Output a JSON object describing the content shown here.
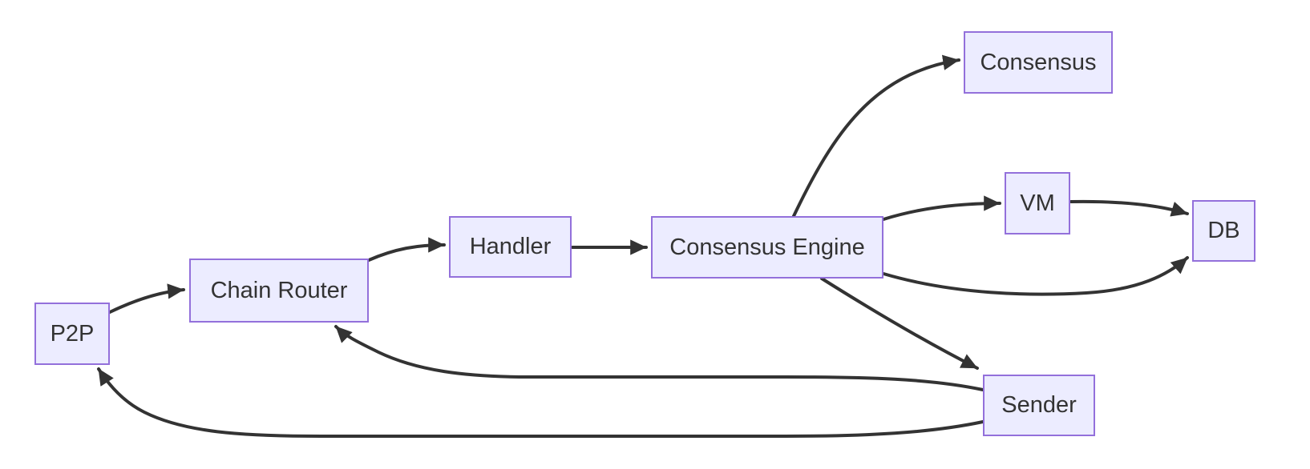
{
  "diagram": {
    "type": "flowchart",
    "background_color": "#ffffff",
    "node_fill_color": "#ECECFF",
    "node_border_color": "#9370DB",
    "text_color": "#333333",
    "edge_color": "#333333",
    "nodes": {
      "p2p": {
        "label": "P2P"
      },
      "chain_router": {
        "label": "Chain Router"
      },
      "handler": {
        "label": "Handler"
      },
      "consensus_engine": {
        "label": "Consensus Engine"
      },
      "consensus": {
        "label": "Consensus"
      },
      "vm": {
        "label": "VM"
      },
      "db": {
        "label": "DB"
      },
      "sender": {
        "label": "Sender"
      }
    },
    "edges": [
      {
        "from": "P2P",
        "to": "Chain Router"
      },
      {
        "from": "Chain Router",
        "to": "Handler"
      },
      {
        "from": "Handler",
        "to": "Consensus Engine"
      },
      {
        "from": "Consensus Engine",
        "to": "Consensus"
      },
      {
        "from": "Consensus Engine",
        "to": "VM"
      },
      {
        "from": "VM",
        "to": "DB"
      },
      {
        "from": "Consensus Engine",
        "to": "DB"
      },
      {
        "from": "Consensus Engine",
        "to": "Sender"
      },
      {
        "from": "Sender",
        "to": "Chain Router"
      },
      {
        "from": "Sender",
        "to": "P2P"
      }
    ]
  }
}
